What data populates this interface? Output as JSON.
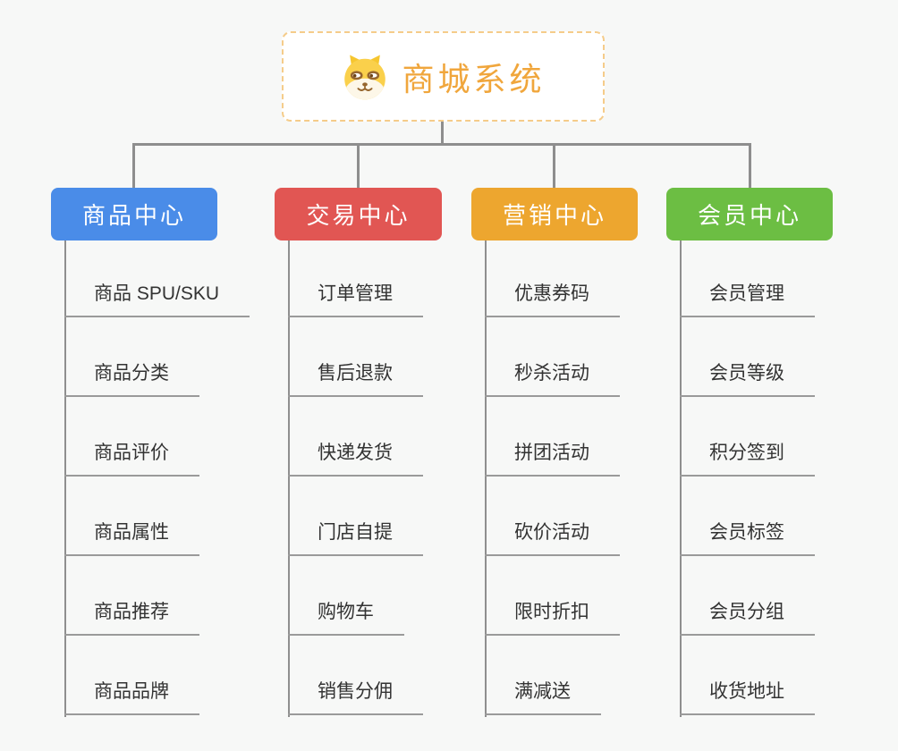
{
  "root": {
    "title": "商城系统",
    "icon": "shiba-dog-icon"
  },
  "colors": {
    "background": "#F7F8F7",
    "root_text": "#F0A63C",
    "root_border": "#F5CC8A",
    "connector": "#8E8E8E",
    "item_underline": "#9A9A9A",
    "item_text": "#333333",
    "branch_product": "#4A8CE8",
    "branch_trade": "#E15653",
    "branch_marketing": "#EDA62F",
    "branch_member": "#6CBE43"
  },
  "branches": [
    {
      "label": "商品中心",
      "color": "#4A8CE8",
      "items": [
        "商品 SPU/SKU",
        "商品分类",
        "商品评价",
        "商品属性",
        "商品推荐",
        "商品品牌"
      ]
    },
    {
      "label": "交易中心",
      "color": "#E15653",
      "items": [
        "订单管理",
        "售后退款",
        "快递发货",
        "门店自提",
        "购物车",
        "销售分佣"
      ]
    },
    {
      "label": "营销中心",
      "color": "#EDA62F",
      "items": [
        "优惠券码",
        "秒杀活动",
        "拼团活动",
        "砍价活动",
        "限时折扣",
        "满减送"
      ]
    },
    {
      "label": "会员中心",
      "color": "#6CBE43",
      "items": [
        "会员管理",
        "会员等级",
        "积分签到",
        "会员标签",
        "会员分组",
        "收货地址"
      ]
    }
  ]
}
